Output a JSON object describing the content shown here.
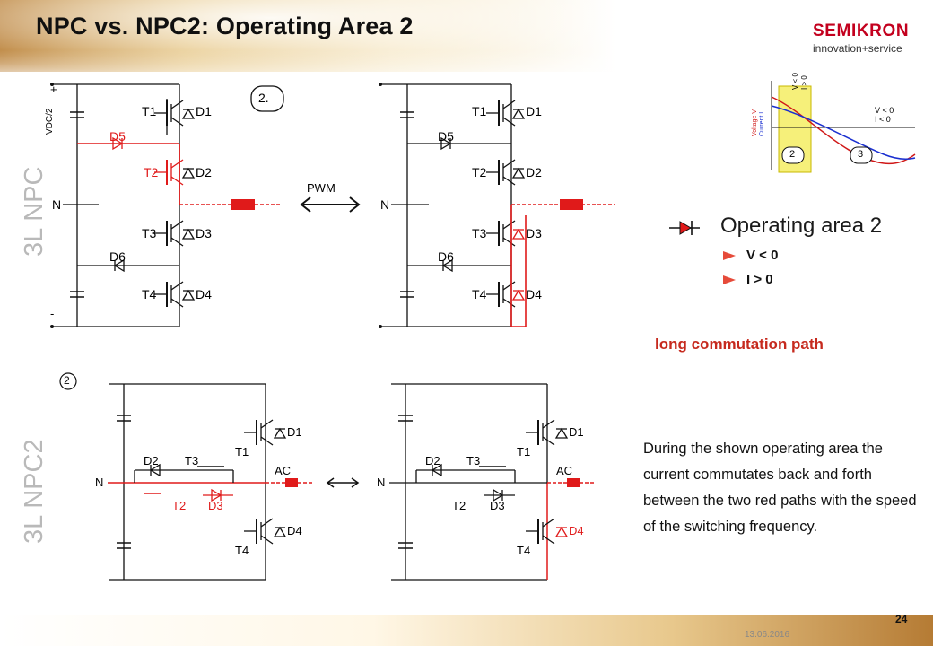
{
  "slide": {
    "title": "NPC vs. NPC2: Operating Area 2",
    "logo_text": "SEMIKRON",
    "logo_tagline": "innovation+service",
    "side_label_top": "3L NPC",
    "side_label_bottom": "3L NPC2",
    "page_number": "24",
    "date": "13.06.2016"
  },
  "npc_diagram": {
    "transistor_labels": [
      "T1",
      "T2",
      "T3",
      "T4"
    ],
    "diode_labels": [
      "D1",
      "D2",
      "D3",
      "D4"
    ],
    "clamp_diodes": [
      "D5",
      "D6"
    ],
    "node_label": "N",
    "vdc_label": "VDC/2",
    "plus_sign": "+",
    "minus_sign": "-",
    "state_label": "2.",
    "pwm_label": "PWM"
  },
  "npc2_diagram": {
    "state_label": "2",
    "labels": [
      "T1",
      "D1",
      "D2",
      "T3",
      "T2",
      "D3",
      "D4",
      "T4"
    ],
    "ac_label": "AC",
    "node_label": "N"
  },
  "waveform_inset": {
    "label_region_a": "V < 0",
    "label_region_a2": "I > 0",
    "label_region_b": "V < 0",
    "label_region_b2": "I < 0",
    "axis_voltage": "Voltage V",
    "axis_current": "Current I",
    "marker_2": "2",
    "marker_3": "3"
  },
  "operating": {
    "title": "Operating area 2",
    "bullets": [
      "V < 0",
      "I > 0"
    ]
  },
  "long_path_label": "long commutation path",
  "description": "During the shown operating area the current commutates back and forth between the two red paths with the speed of the switching frequency.",
  "colors": {
    "red": "#e01a1a",
    "gray_label": "#b9b9b9",
    "black": "#111111"
  }
}
